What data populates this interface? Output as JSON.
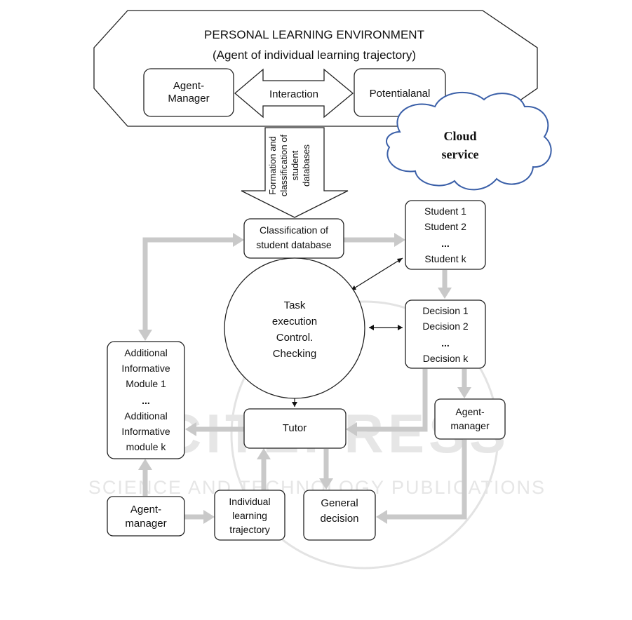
{
  "ple": {
    "title_line1": "PERSONAL LEARNING ENVIRONMENT",
    "title_line2": "(Agent of individual learning trajectory)",
    "agent_manager_line1": "Agent-",
    "agent_manager_line2": "Manager",
    "interaction": "Interaction",
    "potential": "Potentialanal"
  },
  "cloud": {
    "line1": "Cloud",
    "line2": "service"
  },
  "formation_arrow": {
    "line1": "Formation and",
    "line2": "classification of",
    "line3": "student",
    "line4": "databases"
  },
  "classification": {
    "line1": "Classification of",
    "line2": "student database"
  },
  "students": {
    "line1": "Student 1",
    "line2": "Student 2",
    "line3": "...",
    "line4": "Student k"
  },
  "task": {
    "line1": "Task",
    "line2": "execution",
    "line3": "Control.",
    "line4": "Checking"
  },
  "decisions": {
    "line1": "Decision  1",
    "line2": "Decision  2",
    "line3": "...",
    "line4": "Decision  k"
  },
  "modules": {
    "line1": "Additional",
    "line2": "Informative",
    "line3": "Module 1",
    "line4": "...",
    "line5": "Additional",
    "line6": "Informative",
    "line7": "module  k"
  },
  "tutor": "Tutor",
  "agent_manager_right": {
    "line1": "Agent-",
    "line2": "manager"
  },
  "agent_manager_bottom": {
    "line1": "Agent-",
    "line2": "manager"
  },
  "trajectory": {
    "line1": "Individual",
    "line2": "learning",
    "line3": "trajectory"
  },
  "general": {
    "line1": "General",
    "line2": "decision"
  },
  "watermark": {
    "big": "SCITEPRESS",
    "small": "SCIENCE AND TECHNOLOGY PUBLICATIONS"
  },
  "colors": {
    "gray_arrow": "#c9c9c9",
    "cloud_stroke": "#3a5fa8",
    "watermark": "#e6e6e6"
  }
}
